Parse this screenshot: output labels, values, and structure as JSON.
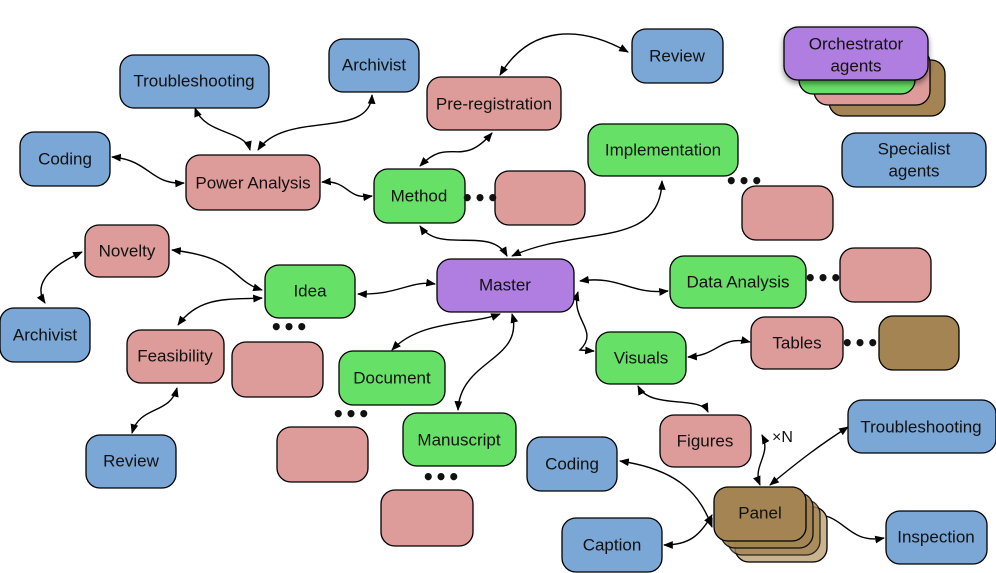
{
  "colors": {
    "master": "#b07ee0",
    "green": "#66e066",
    "red": "#dd9c99",
    "blue": "#7aa7d6",
    "brown": "#a38452",
    "brown_faded": "#c9b48f"
  },
  "nodes": {
    "master": "Master",
    "idea": "Idea",
    "method": "Method",
    "implementation": "Implementation",
    "data_analysis": "Data Analysis",
    "visuals": "Visuals",
    "document": "Document",
    "manuscript": "Manuscript",
    "novelty": "Novelty",
    "feasibility": "Feasibility",
    "power_analysis": "Power Analysis",
    "pre_registration": "Pre-registration",
    "tables": "Tables",
    "figures": "Figures",
    "panel": "Panel",
    "archivist_top": "Archivist",
    "archivist_left": "Archivist",
    "troubleshooting_top": "Troubleshooting",
    "troubleshooting_right": "Troubleshooting",
    "coding_left": "Coding",
    "coding_bottom": "Coding",
    "review_top": "Review",
    "review_left": "Review",
    "caption": "Caption",
    "inspection": "Inspection"
  },
  "legend": {
    "orchestrator_line1": "Orchestrator",
    "orchestrator_line2": "agents",
    "specialist_line1": "Specialist",
    "specialist_line2": "agents"
  },
  "ellipsis": "•••",
  "multiplier": "×N"
}
